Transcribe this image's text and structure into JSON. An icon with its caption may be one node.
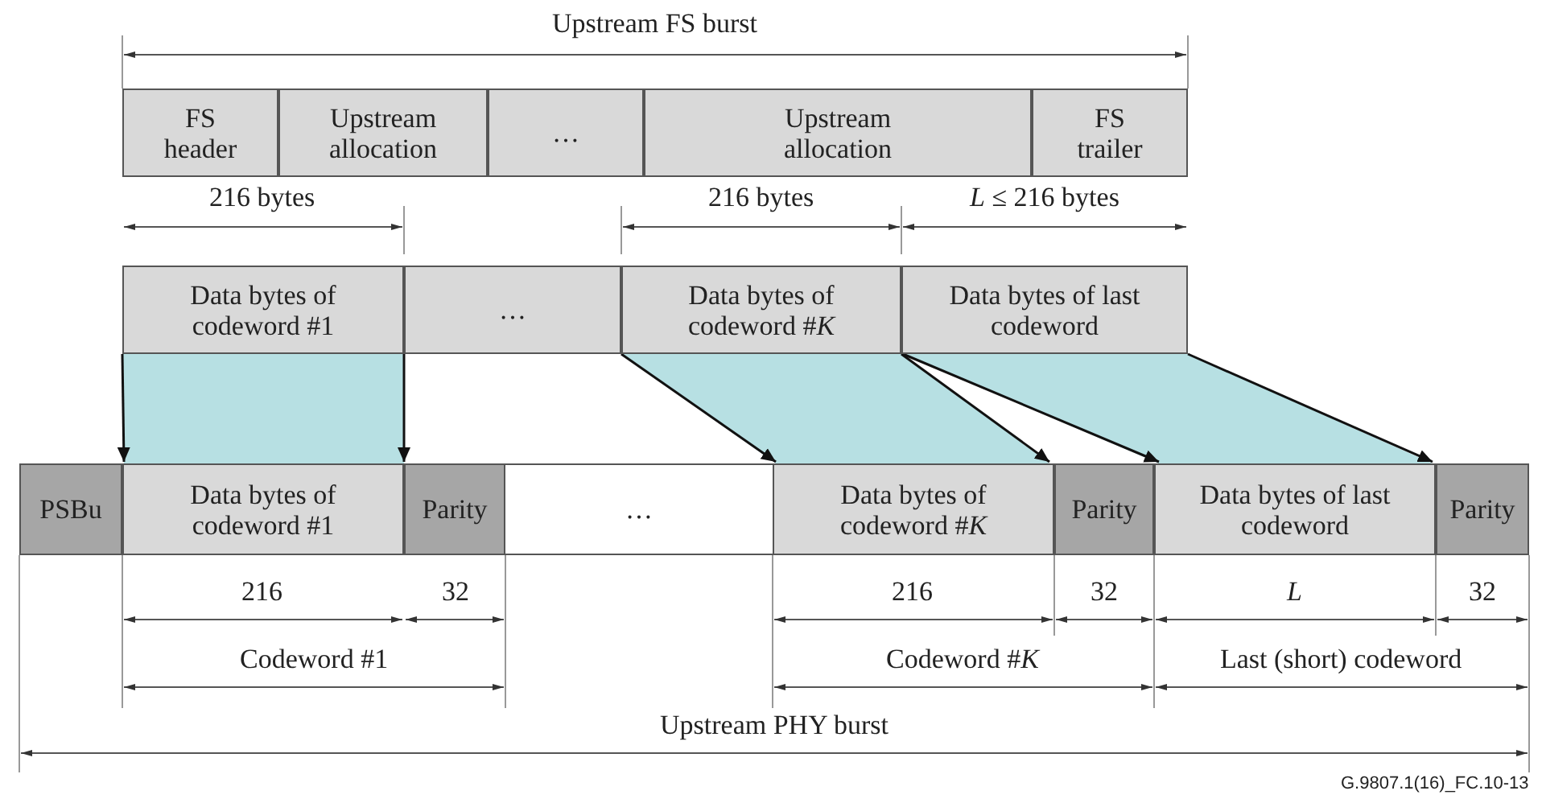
{
  "diagram": {
    "nodes": [
      {
        "text": [
          "FS header"
        ]
      },
      {
        "text": [
          "Upstream allocation"
        ]
      },
      {
        "text": [
          "…"
        ]
      },
      {
        "text": [
          "Upstream allocation"
        ]
      },
      {
        "text": [
          "FS trailer"
        ]
      },
      {
        "text": [
          "Data bytes of codeword #1"
        ]
      },
      {
        "text": [
          "…"
        ]
      },
      {
        "text": [
          "Data bytes of codeword #*K*"
        ]
      },
      {
        "text": [
          "Data bytes of last codeword"
        ]
      },
      {
        "text": [
          "PSBu"
        ]
      },
      {
        "text": [
          "Data bytes of codeword #1"
        ]
      },
      {
        "text": [
          "Parity"
        ]
      },
      {
        "text": [
          "…"
        ]
      },
      {
        "text": [
          "Data bytes of codeword #*K*"
        ]
      },
      {
        "text": [
          "Parity"
        ]
      },
      {
        "text": [
          "Data bytes of last codeword"
        ]
      },
      {
        "text": [
          "Parity"
        ]
      }
    ],
    "edges": [
      {
        "from": 5,
        "to": 10,
        "arrow": "to"
      },
      {
        "from": 5,
        "to": 10,
        "arrow": "to"
      },
      {
        "from": 7,
        "to": 13,
        "arrow": "to"
      },
      {
        "from": 7,
        "to": 13,
        "arrow": "to"
      },
      {
        "from": 8,
        "to": 15,
        "arrow": "to"
      },
      {
        "from": 8,
        "to": 15,
        "arrow": "to"
      }
    ],
    "labels": [
      "Upstream FS burst",
      "216 bytes",
      "216 bytes",
      "*L* ≤ 216 bytes",
      "216",
      "32",
      "216",
      "32",
      "L",
      "32",
      "Codeword #1",
      "Codeword #*K*",
      "Last (short) codeword",
      "Upstream PHY burst",
      "G.9807.1(16)_FC.10-13"
    ]
  }
}
